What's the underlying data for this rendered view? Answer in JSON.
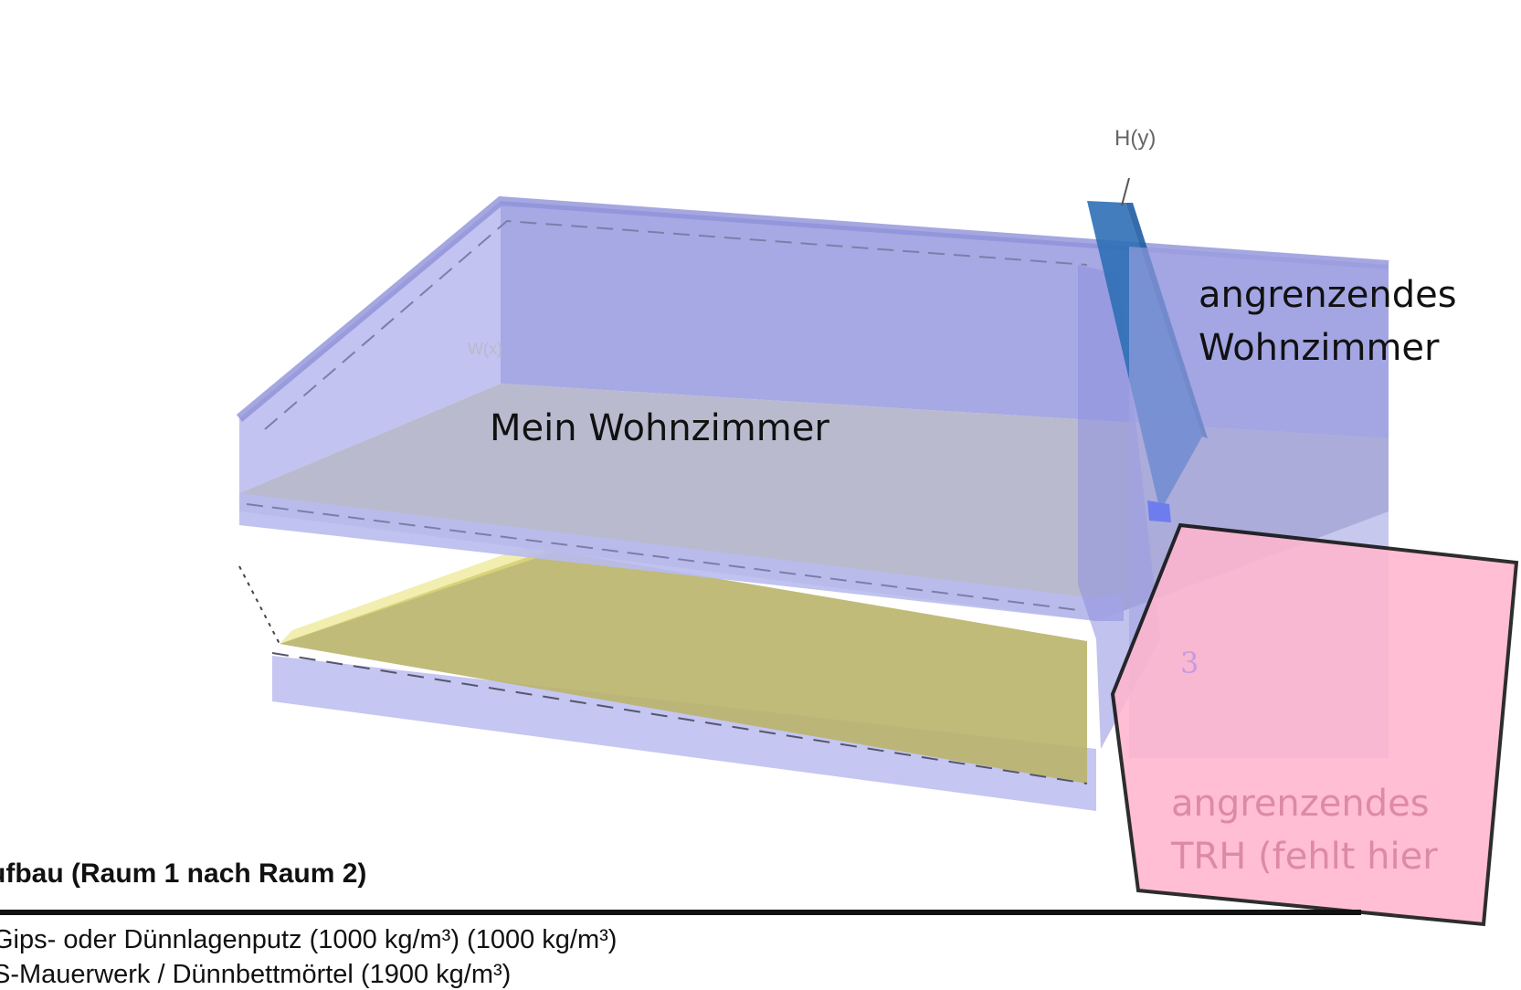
{
  "diagram": {
    "axis_labels": {
      "height": "H(y)",
      "width": "W(x)"
    },
    "my_room_label": "Mein Wohnzimmer",
    "adjacent_room_label": [
      "angrenzendes",
      "Wohnzimmer"
    ],
    "adjacent_trh_label": [
      "angrenzendes",
      "TRH (fehlt hier"
    ],
    "marker_label": "3",
    "colors": {
      "room_volume": "#a9abe8",
      "floor_slab": "#c9c06a",
      "wall_element": "#2f6fb6",
      "trh_overlay": "#ffb6cf",
      "trh_outline": "#111111"
    }
  },
  "layer_section": {
    "title": "ufbau (Raum 1 nach Raum 2)",
    "layers": [
      "Gips- oder Dünnlagenputz (1000 kg/m³) (1000 kg/m³)",
      "S-Mauerwerk / Dünnbettmörtel (1900 kg/m³)"
    ]
  }
}
